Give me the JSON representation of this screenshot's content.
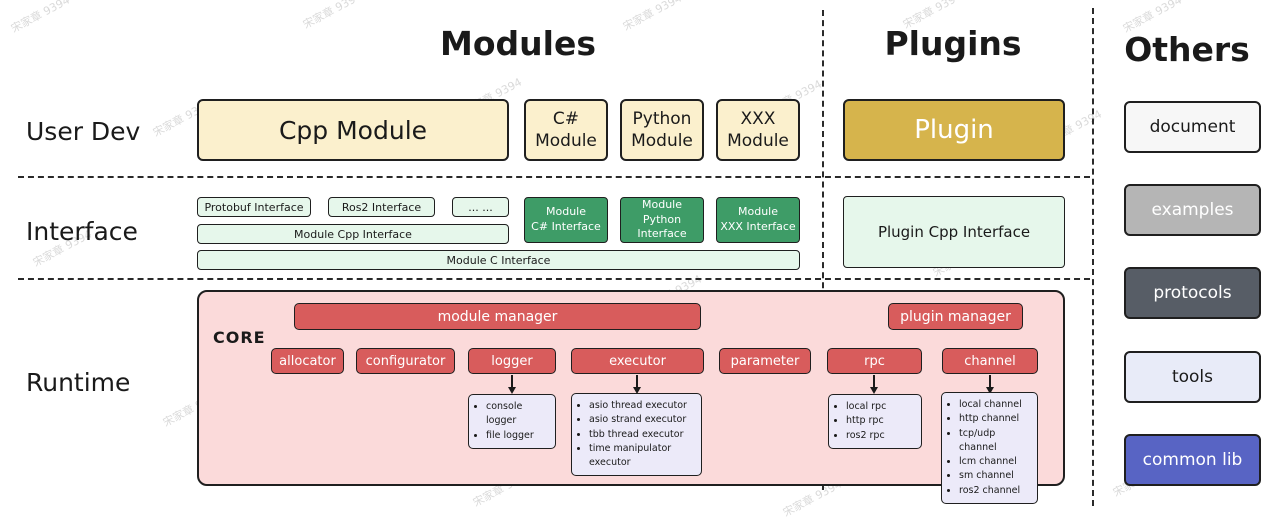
{
  "watermark": {
    "text": "宋家章 9394"
  },
  "headers": {
    "modules": "Modules",
    "plugins": "Plugins",
    "others": "Others"
  },
  "row_labels": {
    "user_dev": "User Dev",
    "interface": "Interface",
    "runtime": "Runtime"
  },
  "modules": {
    "cpp": "Cpp Module",
    "csharp": "C#\nModule",
    "python": "Python\nModule",
    "xxx": "XXX\nModule"
  },
  "plugins": {
    "plugin": "Plugin",
    "plugin_cpp_interface": "Plugin Cpp Interface"
  },
  "others": {
    "document": "document",
    "examples": "examples",
    "protocols": "protocols",
    "tools": "tools",
    "common_lib": "common lib"
  },
  "interface": {
    "protobuf": "Protobuf Interface",
    "ros2": "Ros2 Interface",
    "dots": "... ...",
    "module_cpp": "Module Cpp Interface",
    "module_c": "Module C Interface",
    "module_csharp": "Module\nC# Interface",
    "module_python": "Module\nPython Interface",
    "module_xxx": "Module\nXXX Interface"
  },
  "runtime": {
    "core_label": "CORE",
    "module_manager": "module manager",
    "plugin_manager": "plugin manager",
    "components": {
      "allocator": "allocator",
      "configurator": "configurator",
      "logger": "logger",
      "executor": "executor",
      "parameter": "parameter",
      "rpc": "rpc",
      "channel": "channel"
    },
    "logger_impls": [
      "console logger",
      "file logger"
    ],
    "executor_impls": [
      "asio thread executor",
      "asio strand executor",
      "tbb thread executor",
      "time manipulator executor"
    ],
    "rpc_impls": [
      "local rpc",
      "http rpc",
      "ros2 rpc"
    ],
    "channel_impls": [
      "local channel",
      "http channel",
      "tcp/udp channel",
      "lcm channel",
      "sm channel",
      "ros2 channel"
    ]
  },
  "colors": {
    "cream": "#fbf0cd",
    "gold": "#d6b44c",
    "light_green": "#e6f7eb",
    "dark_green": "#3e9c67",
    "core_pink": "#fbdada",
    "component_red": "#d85c5c",
    "impl_lavender": "#eceaf9",
    "others_document": "#f7f7f7",
    "others_examples": "#b5b5b5",
    "others_protocols": "#575d66",
    "others_tools": "#e8ebf8",
    "others_common_lib": "#5864c4",
    "border": "#1f1f1f"
  }
}
